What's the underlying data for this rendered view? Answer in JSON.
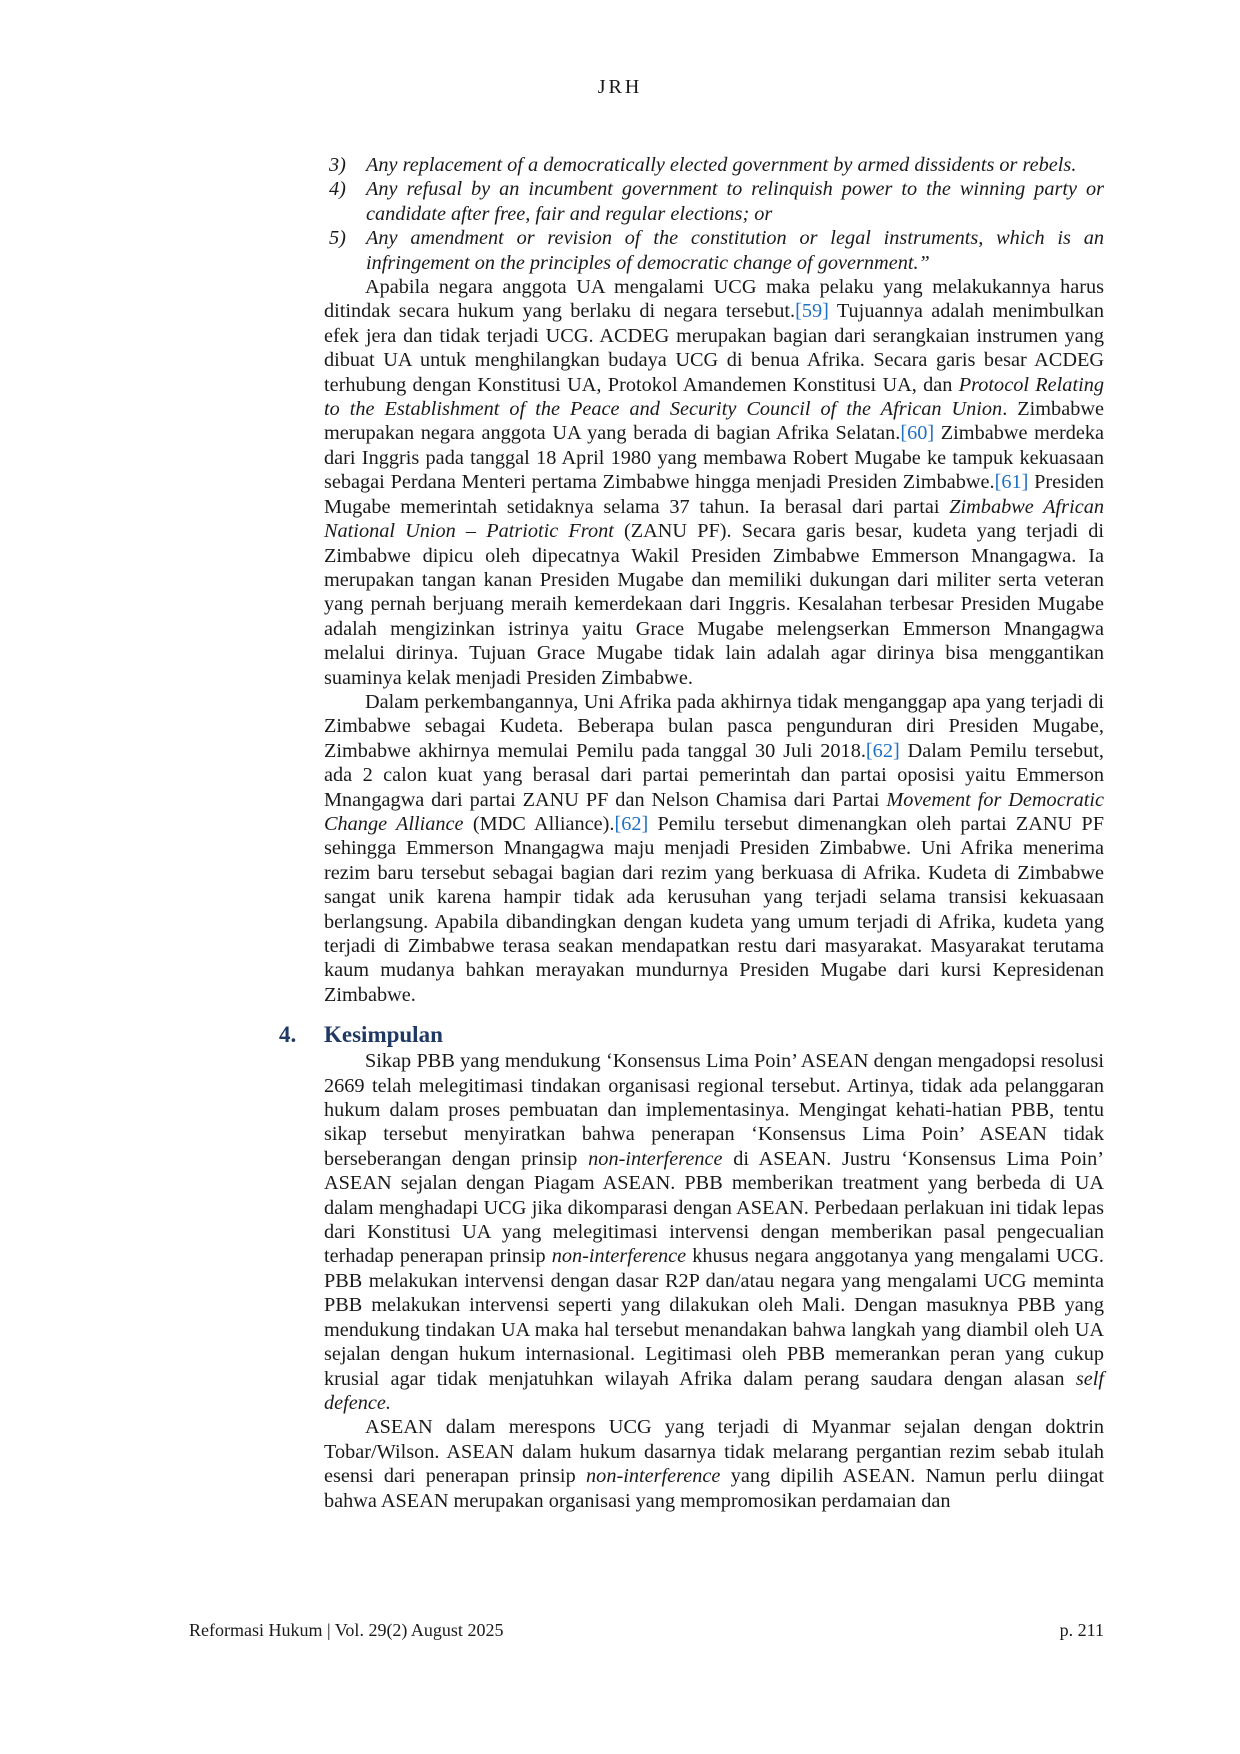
{
  "header": {
    "journal": "JRH"
  },
  "list": [
    {
      "num": "3)",
      "text": "Any replacement of a democratically elected government by armed dissidents or rebels."
    },
    {
      "num": "4)",
      "text": "Any refusal by an incumbent government to relinquish power to the winning party or candidate after free, fair and regular elections; or"
    },
    {
      "num": "5)",
      "text": "Any amendment or revision of the constitution or legal instruments, which is an infringement on the principles of democratic change of government.”"
    }
  ],
  "paragraphs_before": [
    [
      {
        "t": "Apabila negara anggota UA mengalami UCG maka pelaku yang melakukannya harus ditindak secara hukum yang berlaku di negara tersebut."
      },
      {
        "t": "[59]",
        "ref": true
      },
      {
        "t": " Tujuannya adalah menimbulkan efek jera dan tidak terjadi UCG. ACDEG merupakan bagian dari serangkaian instrumen yang dibuat UA untuk menghilangkan budaya UCG di benua Afrika. Secara garis besar ACDEG terhubung dengan Konstitusi UA, Protokol Amandemen Konstitusi UA, dan "
      },
      {
        "t": "Protocol Relating to the Establishment of the Peace and Security Council of the African Union",
        "i": true
      },
      {
        "t": ". Zimbabwe merupakan negara anggota UA yang berada di bagian Afrika Selatan."
      },
      {
        "t": "[60]",
        "ref": true
      },
      {
        "t": " Zimbabwe merdeka dari Inggris pada tanggal 18 April 1980 yang membawa Robert Mugabe ke tampuk kekuasaan sebagai Perdana Menteri pertama Zimbabwe hingga menjadi Presiden Zimbabwe."
      },
      {
        "t": "[61]",
        "ref": true
      },
      {
        "t": " Presiden Mugabe memerintah setidaknya selama 37 tahun. Ia berasal dari partai "
      },
      {
        "t": "Zimbabwe African National Union – Patriotic Front",
        "i": true
      },
      {
        "t": " (ZANU PF). Secara garis besar, kudeta yang terjadi di Zimbabwe dipicu oleh dipecatnya Wakil Presiden Zimbabwe Emmerson Mnangagwa. Ia merupakan tangan kanan Presiden Mugabe dan memiliki dukungan dari militer serta veteran yang pernah berjuang meraih kemerdekaan dari Inggris. Kesalahan terbesar Presiden Mugabe adalah mengizinkan istrinya yaitu Grace Mugabe melengserkan Emmerson Mnangagwa melalui dirinya. Tujuan Grace Mugabe tidak lain adalah agar dirinya bisa menggantikan suaminya kelak menjadi Presiden Zimbabwe."
      }
    ],
    [
      {
        "t": "Dalam perkembangannya, Uni Afrika pada akhirnya tidak menganggap apa yang terjadi di Zimbabwe sebagai Kudeta. Beberapa bulan pasca pengunduran diri Presiden Mugabe, Zimbabwe akhirnya memulai Pemilu pada tanggal 30 Juli 2018."
      },
      {
        "t": "[62]",
        "ref": true
      },
      {
        "t": " Dalam Pemilu tersebut, ada 2 calon kuat yang berasal dari partai pemerintah dan partai oposisi yaitu Emmerson Mnangagwa dari partai ZANU PF dan Nelson Chamisa dari Partai "
      },
      {
        "t": "Movement for Democratic Change Alliance",
        "i": true
      },
      {
        "t": " (MDC Alliance)."
      },
      {
        "t": "[62]",
        "ref": true
      },
      {
        "t": " Pemilu tersebut dimenangkan oleh partai ZANU PF sehingga Emmerson Mnangagwa maju menjadi Presiden Zimbabwe. Uni Afrika menerima rezim baru tersebut sebagai bagian dari rezim yang berkuasa di Afrika. Kudeta di Zimbabwe sangat unik karena hampir tidak ada kerusuhan yang terjadi selama transisi kekuasaan berlangsung. Apabila dibandingkan dengan kudeta yang umum terjadi di Afrika, kudeta yang terjadi di Zimbabwe terasa seakan mendapatkan restu dari masyarakat. Masyarakat terutama kaum mudanya bahkan merayakan mundurnya Presiden Mugabe dari kursi Kepresidenan Zimbabwe."
      }
    ]
  ],
  "section": {
    "number": "4.",
    "title": "Kesimpulan"
  },
  "paragraphs_after": [
    [
      {
        "t": "Sikap PBB yang mendukung ‘Konsensus Lima Poin’ ASEAN dengan mengadopsi resolusi 2669 telah melegitimasi tindakan organisasi regional tersebut. Artinya, tidak ada pelanggaran hukum dalam proses pembuatan dan implementasinya. Mengingat kehati-hatian PBB, tentu sikap tersebut menyiratkan bahwa penerapan ‘Konsensus Lima Poin’ ASEAN tidak berseberangan dengan prinsip "
      },
      {
        "t": "non-interference",
        "i": true
      },
      {
        "t": " di ASEAN. Justru ‘Konsensus Lima Poin’ ASEAN sejalan dengan Piagam ASEAN. PBB memberikan treatment yang berbeda di UA dalam menghadapi UCG jika dikomparasi dengan ASEAN. Perbedaan perlakuan ini tidak lepas dari Konstitusi UA yang melegitimasi intervensi dengan memberikan pasal pengecualian terhadap penerapan prinsip "
      },
      {
        "t": "non-interference",
        "i": true
      },
      {
        "t": " khusus negara anggotanya yang mengalami UCG. PBB melakukan intervensi dengan dasar R2P dan/atau negara yang mengalami UCG meminta PBB melakukan intervensi seperti yang dilakukan oleh Mali. Dengan masuknya PBB yang mendukung tindakan UA maka hal tersebut menandakan bahwa langkah yang diambil oleh UA sejalan dengan hukum internasional. Legitimasi oleh PBB memerankan peran yang cukup krusial agar tidak menjatuhkan wilayah Afrika dalam perang saudara dengan alasan "
      },
      {
        "t": "self defence.",
        "i": true
      }
    ],
    [
      {
        "t": "ASEAN dalam merespons UCG yang terjadi di Myanmar sejalan dengan doktrin Tobar/Wilson. ASEAN dalam hukum dasarnya tidak melarang pergantian rezim sebab itulah esensi dari penerapan prinsip "
      },
      {
        "t": "non-interference",
        "i": true
      },
      {
        "t": " yang dipilih ASEAN. Namun perlu diingat bahwa ASEAN merupakan organisasi yang mempromosikan perdamaian dan"
      }
    ]
  ],
  "footer": {
    "citation": "Reformasi Hukum | Vol. 29(2) August 2025",
    "page": "p. 211"
  },
  "colors": {
    "link": "#1f6fc5",
    "heading": "#1f3864"
  }
}
